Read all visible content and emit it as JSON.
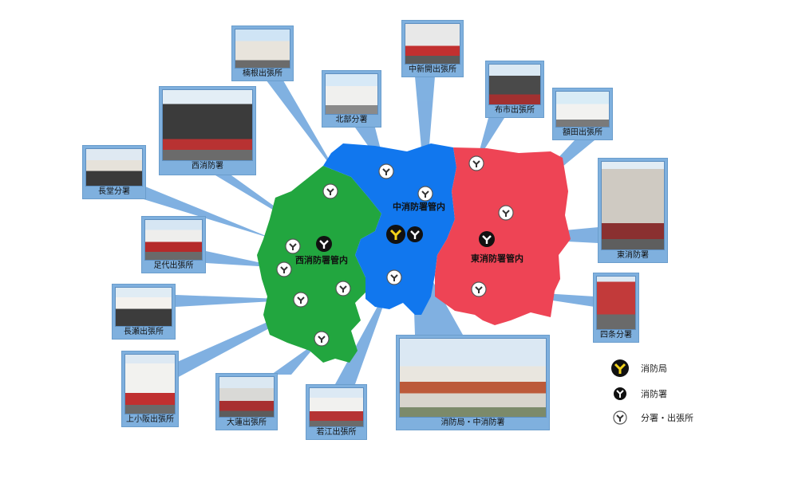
{
  "districts": {
    "west": {
      "label": "西消防署管内",
      "color": "#22a63f"
    },
    "central": {
      "label": "中消防署管内",
      "color": "#1177ee"
    },
    "east": {
      "label": "東消防署管内",
      "color": "#ee4455"
    }
  },
  "stations": [
    {
      "id": "shimoto",
      "label": "楠根出張所"
    },
    {
      "id": "hokubu",
      "label": "北部分署"
    },
    {
      "id": "nakashinden",
      "label": "中新開出張所"
    },
    {
      "id": "fuichi",
      "label": "布市出張所"
    },
    {
      "id": "nukata",
      "label": "額田出張所"
    },
    {
      "id": "nishi",
      "label": "西消防署"
    },
    {
      "id": "nagado",
      "label": "長堂分署"
    },
    {
      "id": "ashiro",
      "label": "足代出張所"
    },
    {
      "id": "nagase",
      "label": "長瀬出張所"
    },
    {
      "id": "kamikosaka",
      "label": "上小阪出張所"
    },
    {
      "id": "ohasu",
      "label": "大蓮出張所"
    },
    {
      "id": "wakae",
      "label": "若江出張所"
    },
    {
      "id": "hq",
      "label": "消防局・中消防署"
    },
    {
      "id": "higashi",
      "label": "東消防署"
    },
    {
      "id": "shijo",
      "label": "四条分署"
    }
  ],
  "legend": [
    {
      "icon": "fire-bureau-icon",
      "label": "消防局"
    },
    {
      "icon": "fire-station-icon",
      "label": "消防署"
    },
    {
      "icon": "branch-office-icon",
      "label": "分署・出張所"
    }
  ],
  "colors": {
    "callout": "#7fb0de",
    "icon_mark": "#f2d21a"
  }
}
